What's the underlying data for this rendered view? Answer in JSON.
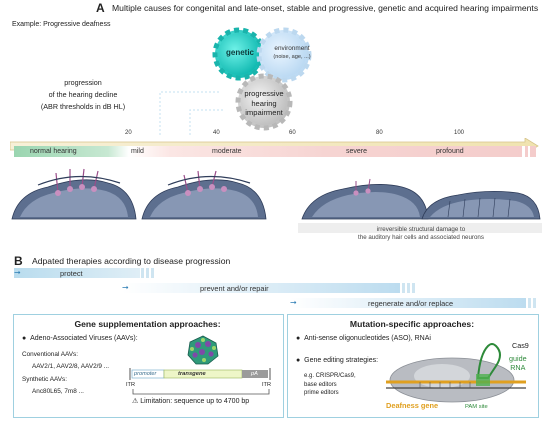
{
  "section_a": {
    "letter": "A",
    "title": "Multiple causes for congenital and late-onset, stable and progressive, genetic and acquired hearing impairments",
    "example": "Example: Progressive deafness",
    "progression_label": [
      "progression",
      "of the hearing decline",
      "(ABR thresholds in dB HL)"
    ],
    "gears": {
      "genetic": "genetic",
      "environment": [
        "environment",
        "(noise, age, ...)"
      ],
      "progressive": [
        "progressive",
        "hearing",
        "impairment"
      ]
    },
    "ticks": [
      "20",
      "40",
      "60",
      "80",
      "100"
    ],
    "severity": [
      "normal hearing",
      "mild",
      "moderate",
      "severe",
      "profound"
    ],
    "damage_note": [
      "irreversible structural damage to",
      "the auditory hair cells and associated neurons"
    ]
  },
  "section_b": {
    "letter": "B",
    "title": "Adpated therapies according to disease progression",
    "bars": [
      "protect",
      "prevent and/or repair",
      "regenerate and/or replace"
    ],
    "gene_supp": {
      "header": "Gene supplementation approaches:",
      "bullet": "Adeno-Associated Viruses (AAVs):",
      "conventional_label": "Conventional AAVs:",
      "conventional_list": "AAV2/1, AAV2/8, AAV2/9 ...",
      "synthetic_label": "Synthetic AAVs:",
      "synthetic_list": "Anc80L65, 7m8 ...",
      "construct": [
        "ITR",
        "promoter",
        "transgene",
        "pA",
        "ITR"
      ],
      "limitation": "Limitation: sequence up to 4700 bp"
    },
    "mutation": {
      "header": "Mutation-specific approaches:",
      "bullet1": "Anti-sense oligonucleotides (ASO), RNAi",
      "bullet2": "Gene editing strategies:",
      "examples": [
        "e.g. CRISPR/Cas9,",
        "base editors",
        "prime editors"
      ],
      "cas9": "Cas9",
      "guide": [
        "guide",
        "RNA"
      ],
      "deafness_gene": "Deafness gene",
      "pam": "PAM site"
    }
  },
  "colors": {
    "accent_blue": "#2f7fb5",
    "genetic": "#1ec8c0",
    "environment": "#c9e3f7",
    "gear_gray": "#cccccc",
    "severity_pink": "#f6d4d2",
    "normal_green": "#8fd0a8",
    "deafness_orange": "#e0a020"
  }
}
